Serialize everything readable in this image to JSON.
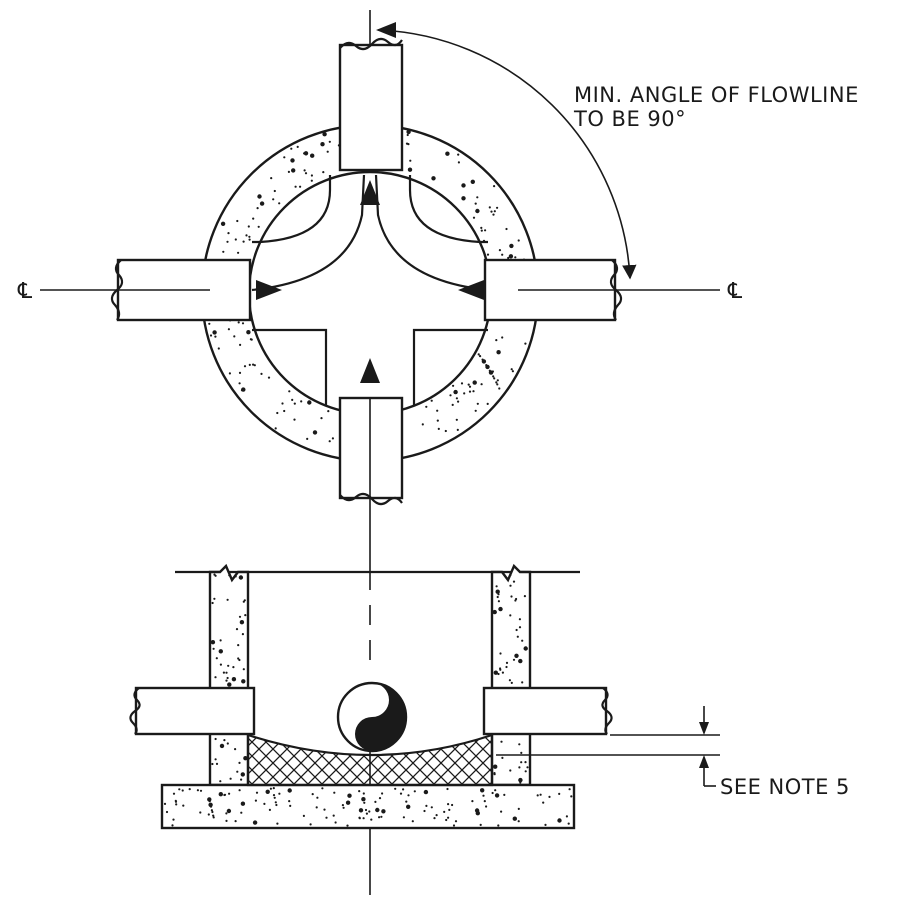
{
  "notes": {
    "angle_line1": "MIN. ANGLE OF FLOWLINE",
    "angle_line2": "TO BE 90°",
    "see_note": "SEE NOTE 5",
    "centerline_left": "℄",
    "centerline_right": "℄"
  },
  "colors": {
    "ink": "#1a1a1a",
    "paper": "#ffffff"
  }
}
